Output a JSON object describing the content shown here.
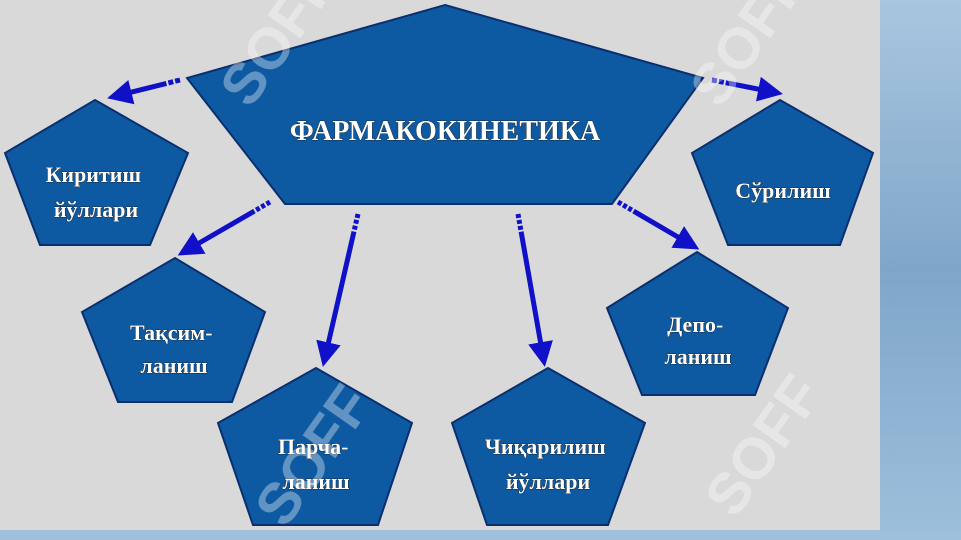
{
  "diagram": {
    "center": {
      "label": "ФАРМАКОКИНЕТИКА"
    },
    "nodes": [
      {
        "id": "kiritish",
        "lines": [
          "Киритиш",
          "йўллари"
        ]
      },
      {
        "id": "surilish",
        "lines": [
          "Сўрилиш"
        ]
      },
      {
        "id": "taqsimlanish",
        "lines": [
          "Тақсим-",
          "ланиш"
        ]
      },
      {
        "id": "parchalanish",
        "lines": [
          "Парча-",
          "ланиш"
        ]
      },
      {
        "id": "chiqarilish",
        "lines": [
          "Чиқарилиш",
          "йўллари"
        ]
      },
      {
        "id": "depolanish",
        "lines": [
          "Депо-",
          "ланиш"
        ]
      }
    ]
  },
  "watermark": {
    "text": "SOFF"
  },
  "colors": {
    "background": "#d9d9d9",
    "pentagon_fill": "#0d5aa3",
    "pentagon_stroke": "#0a2f6e",
    "arrow": "#1010c8",
    "right_panel": "#8fb3d4",
    "bottom_band": "#9ec0dc"
  }
}
